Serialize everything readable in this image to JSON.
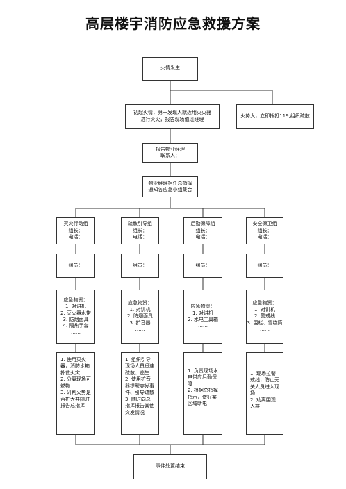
{
  "title": "高层楼宇消防应急救援方案",
  "start": "火情发生",
  "initial_response": [
    "初起火情，第一发现人就近用灭火器",
    "进行灭火，报告现场值班经理"
  ],
  "major_fire": "火势大，立即拨打119,组织疏散",
  "report": [
    "报告物业经理",
    "联系人："
  ],
  "command": [
    "物业经理担任总指挥",
    "通知各应急小组集合"
  ],
  "teams": [
    {
      "header": [
        "灭火行动组",
        "组长：",
        "电话："
      ],
      "members": "组员：",
      "supplies": [
        "应急物资：",
        "1. 对讲机",
        "2. 灭火器水带",
        "3. 防烟面具",
        "4. 隔热手套",
        "……"
      ],
      "tasks": [
        "1. 使用灭火器，消防水箱扑救火灾",
        "2. 分离现场可燃物",
        "3. 研判火势是否扩大并随时报告总指挥"
      ]
    },
    {
      "header": [
        "疏散引导组",
        "组长：",
        "电话："
      ],
      "members": "组员：",
      "supplies": [
        "应急物资：",
        "1. 对讲机",
        "2. 防烟面具",
        "3. 扩音器",
        "……"
      ],
      "tasks": [
        "1. 组织引导现场人员迅速疏散、逃生",
        "2. 使用扩音器提醒突发事件、引导疏散",
        "3. 随时向总指挥报告其他突发情况"
      ]
    },
    {
      "header": [
        "后勤保障组",
        "组长：",
        "电话："
      ],
      "members": "组员：",
      "supplies": [
        "应急物资：",
        "1. 对讲机",
        "2. 水电工具箱",
        "……"
      ],
      "tasks": [
        "1. 负责现场水电供应后勤保障",
        "2. 根据总指挥指示，做好某区域断电"
      ]
    },
    {
      "header": [
        "安全保卫组",
        "组长：",
        "电话："
      ],
      "members": "组员：",
      "supplies": [
        "应急物资：",
        "1. 对讲机",
        "2. 警戒线",
        "3. 围栏、雪糕筒",
        "……"
      ],
      "tasks": [
        "1. 现场拉警戒线，防止无关人员进入现场",
        "2. 劝离围观人群"
      ]
    }
  ],
  "end": "事件处置结束"
}
